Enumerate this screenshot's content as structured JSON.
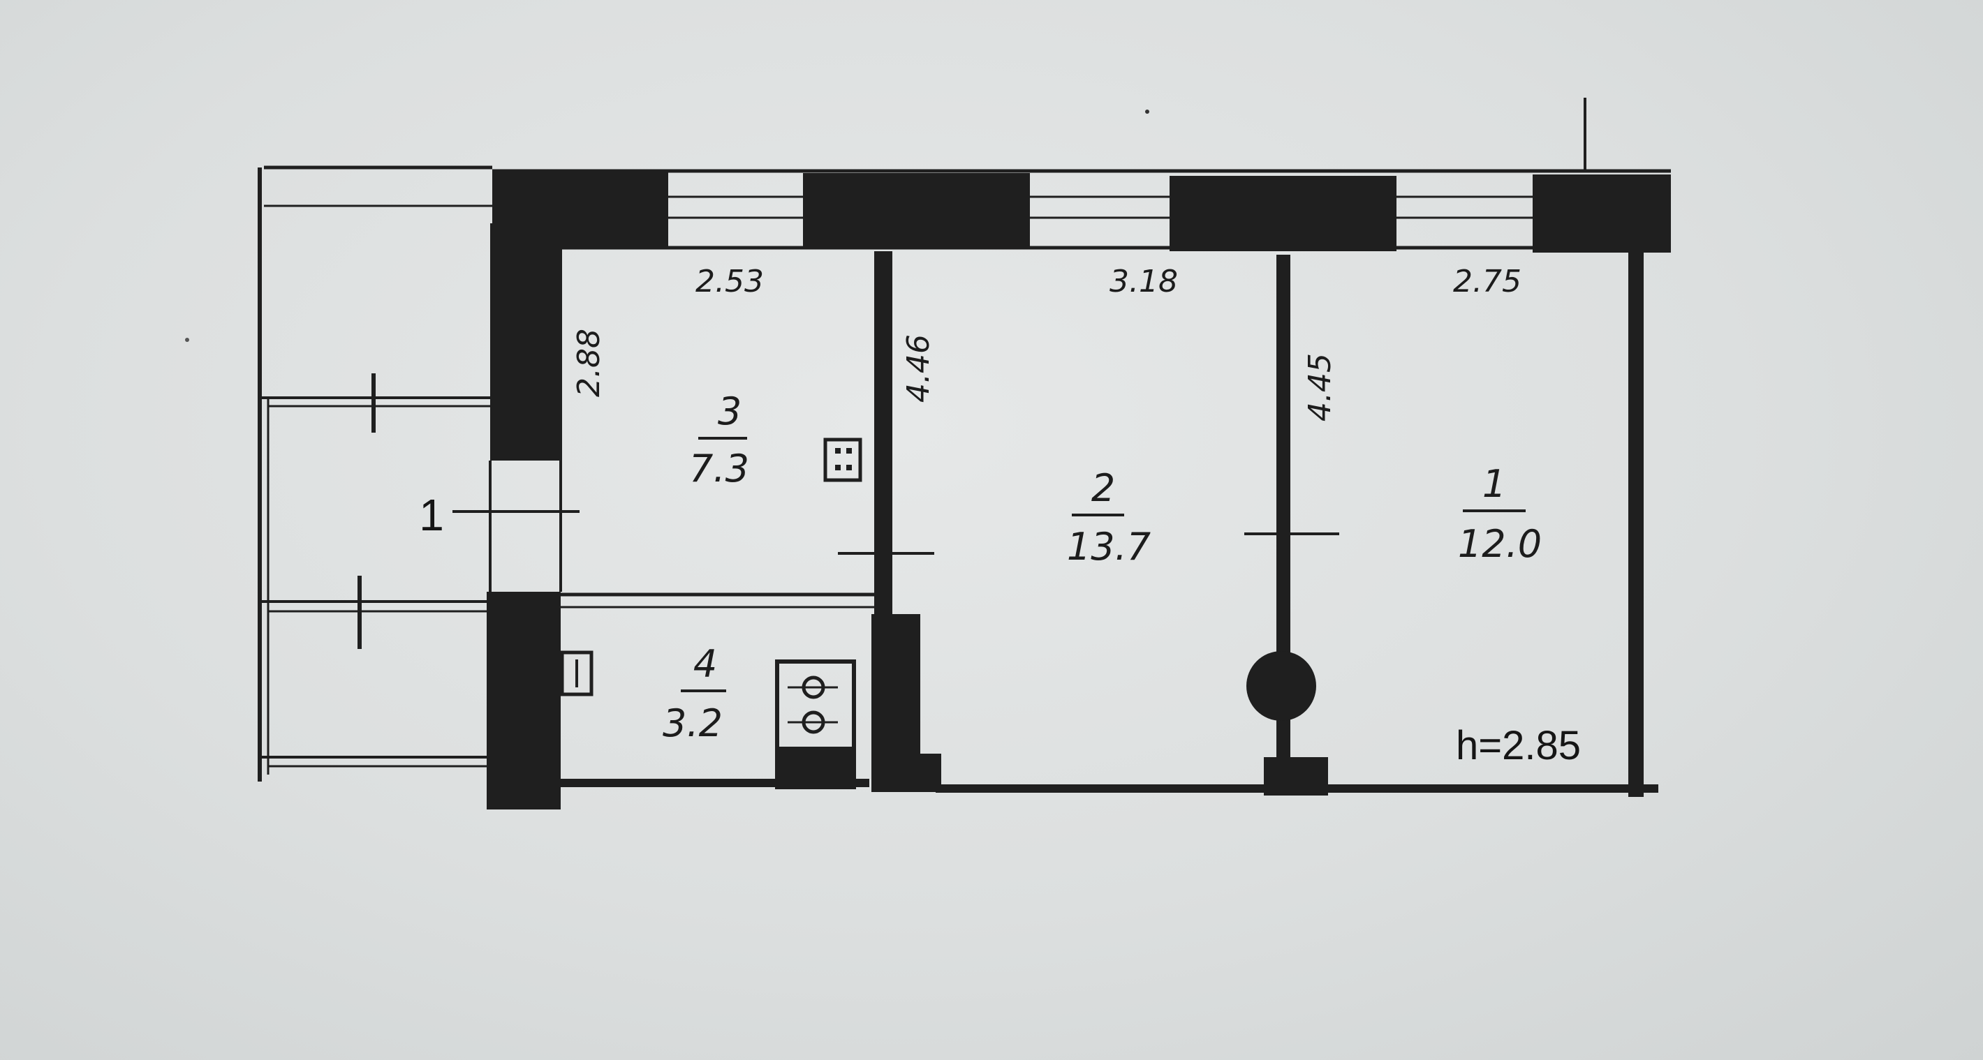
{
  "plan": {
    "ceiling_height": "h=2.85",
    "balcony_label": "1",
    "rooms": [
      {
        "number": "1",
        "area": "12.0"
      },
      {
        "number": "2",
        "area": "13.7"
      },
      {
        "number": "3",
        "area": "7.3"
      },
      {
        "number": "4",
        "area": "3.2"
      }
    ],
    "dimensions": {
      "room3_width": "2.53",
      "room2_width": "3.18",
      "room1_width": "2.75",
      "room3_depth": "2.88",
      "room2_depth": "4.46",
      "room1_depth": "4.45"
    }
  }
}
